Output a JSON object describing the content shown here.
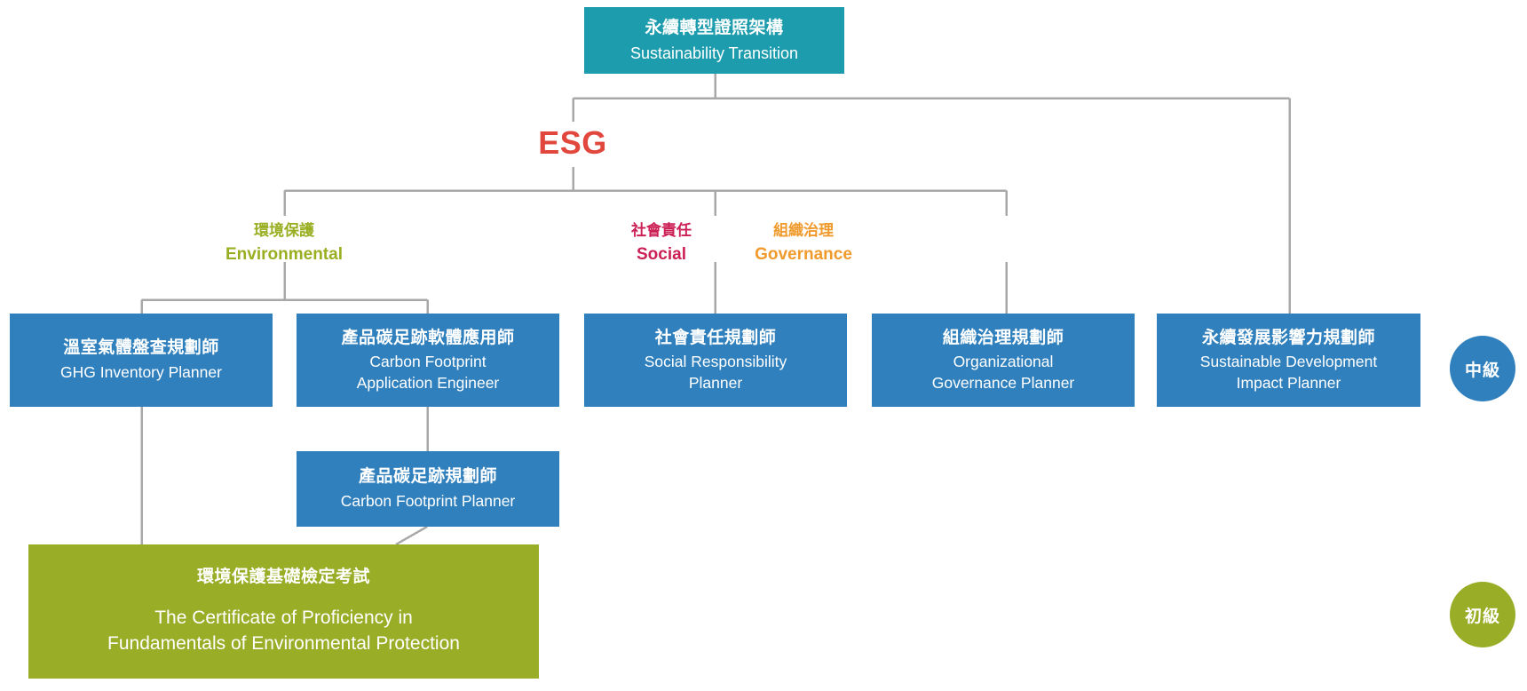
{
  "diagram": {
    "title_zh": "永續轉型證照架構",
    "title_en": "Sustainability Transition",
    "esg_label": "ESG",
    "colors": {
      "root_teal": "#1c9cad",
      "esg_red": "#e2473d",
      "environmental_green": "#9aae21",
      "social_crimson": "#cc1f55",
      "governance_orange": "#f09a2c",
      "card_blue": "#3080bd",
      "exam_green": "#99ad27",
      "connector_gray": "#a8a8a8"
    }
  },
  "pillars": [
    {
      "zh": "環境保護",
      "en": "Environmental"
    },
    {
      "zh": "社會責任",
      "en": "Social"
    },
    {
      "zh": "組織治理",
      "en": "Governance"
    }
  ],
  "cards": {
    "ghg": {
      "zh": "溫室氣體盤查規劃師",
      "en": "GHG Inventory Planner"
    },
    "carbon_footprint_app_engineer": {
      "zh": "產品碳足跡軟體應用師",
      "en": "Carbon Footprint\nApplication Engineer",
      "en_line1": "Carbon Footprint",
      "en_line2": "Application Engineer"
    },
    "social_responsibility_planner": {
      "zh": "社會責任規劃師",
      "en_line1": "Social Responsibility",
      "en_line2": "Planner"
    },
    "organizational_governance_planner": {
      "zh": "組織治理規劃師",
      "en_line1": "Organizational",
      "en_line2": "Governance Planner"
    },
    "sustainable_development_impact_planner": {
      "zh": "永續發展影響力規劃師",
      "en_line1": "Sustainable Development",
      "en_line2": "Impact Planner"
    },
    "carbon_footprint_planner": {
      "zh": "產品碳足跡規劃師",
      "en": "Carbon Footprint Planner"
    },
    "environmental_exam": {
      "zh": "環境保護基礎檢定考試",
      "en_line1": "The Certificate of Proficiency in",
      "en_line2": "Fundamentals of Environmental Protection"
    }
  },
  "badges": [
    {
      "label": "中級",
      "level": "intermediate"
    },
    {
      "label": "初級",
      "level": "basic"
    }
  ]
}
